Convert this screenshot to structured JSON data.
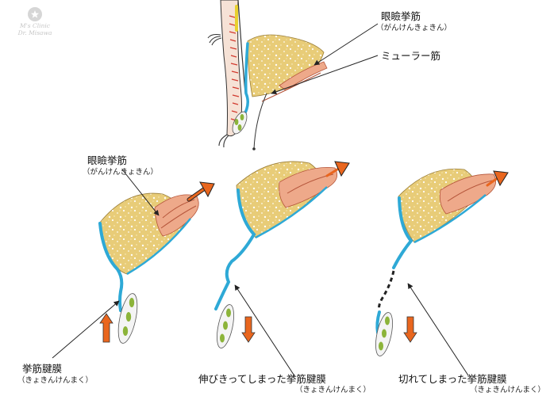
{
  "logo": {
    "name": "M's Clinic",
    "doctor": "Dr. Misawa"
  },
  "top": {
    "levator_label": "眼瞼挙筋",
    "levator_reading": "（がんけんきょきん）",
    "muller_label": "ミューラー筋"
  },
  "panels": [
    {
      "top_label": "眼瞼挙筋",
      "top_reading": "（がんけんきょきん）",
      "bottom_label": "挙筋腱膜",
      "bottom_reading": "（きょきんけんまく）"
    },
    {
      "bottom_label": "伸びきってしまった挙筋腱膜",
      "bottom_reading": "（きょきんけんまく）"
    },
    {
      "bottom_label": "切れてしまった挙筋腱膜",
      "bottom_reading": "（きょきんけんまく）"
    }
  ],
  "colors": {
    "fat": "#e8cc78",
    "fat_speckle": "#ffffff",
    "muscle": "#eea98a",
    "muscle_line": "#b5553a",
    "tendon": "#2ea9d6",
    "tarsus_green": "#8cb43a",
    "arrow": "#e9661e",
    "lid_red": "#d23a2e",
    "lash_yellow": "#e8d030"
  }
}
